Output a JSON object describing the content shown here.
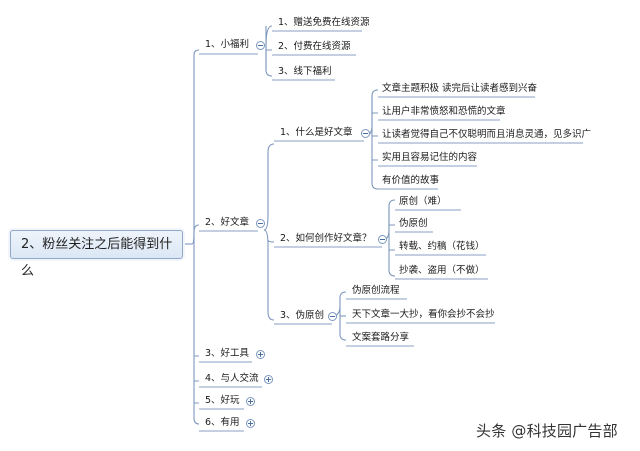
{
  "root": {
    "label": "2、粉丝关注之后能得到什么"
  },
  "branches": [
    {
      "label": "1、小福利",
      "state": "expanded",
      "children": [
        "1、赠送免费在线资源",
        "2、付费在线资源",
        "3、线下福利"
      ]
    },
    {
      "label": "2、好文章",
      "state": "expanded",
      "children": [
        {
          "label": "1、什么是好文章",
          "children": [
            "文章主题积极 读完后让读者感到兴奋",
            "让用户非常愤怒和恐慌的文章",
            "让读者觉得自己不仅聪明而且消息灵通，见多识广",
            "实用且容易记住的内容",
            "有价值的故事"
          ]
        },
        {
          "label": "2、如何创作好文章？",
          "children": [
            "原创（难）",
            "伪原创",
            "转载、约稿（花钱）",
            "抄袭、盗用（不做）"
          ]
        },
        {
          "label": "3、伪原创",
          "children": [
            "伪原创流程",
            "天下文章一大抄，看你会抄不会抄",
            "文案套路分享"
          ]
        }
      ]
    },
    {
      "label": "3、好工具",
      "state": "collapsed"
    },
    {
      "label": "4、与人交流",
      "state": "collapsed"
    },
    {
      "label": "5、好玩",
      "state": "collapsed"
    },
    {
      "label": "6、有用",
      "state": "collapsed"
    }
  ],
  "watermark": "头条 @科技园广告部",
  "colors": {
    "connector": "#7d98bd",
    "underline": "#8aa2c4",
    "root_fill": "#dbe7f5"
  }
}
